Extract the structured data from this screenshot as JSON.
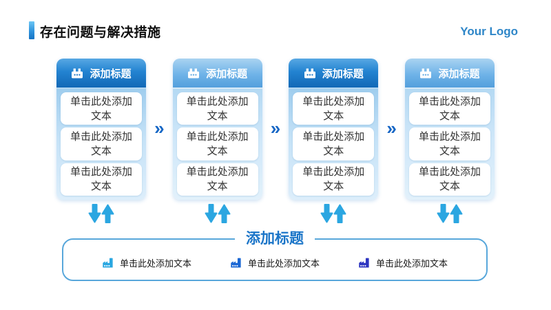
{
  "header": {
    "title": "存在问题与解决措施",
    "logo": "Your Logo"
  },
  "flow": {
    "chevron": "»",
    "columns": [
      {
        "title": "添加标题",
        "items": [
          "单击此处添加文本",
          "单击此处添加文本",
          "单击此处添加文本"
        ]
      },
      {
        "title": "添加标题",
        "items": [
          "单击此处添加文本",
          "单击此处添加文本",
          "单击此处添加文本"
        ]
      },
      {
        "title": "添加标题",
        "items": [
          "单击此处添加文本",
          "单击此处添加文本",
          "单击此处添加文本"
        ]
      },
      {
        "title": "添加标题",
        "items": [
          "单击此处添加文本",
          "单击此处添加文本",
          "单击此处添加文本"
        ]
      }
    ]
  },
  "summary": {
    "title": "添加标题",
    "items": [
      {
        "label": "单击此处添加文本",
        "icon": "factory-icon",
        "icon_color": "#2aa7e1"
      },
      {
        "label": "单击此处添加文本",
        "icon": "factory-icon",
        "icon_color": "#1a67d4"
      },
      {
        "label": "单击此处添加文本",
        "icon": "factory-icon",
        "icon_color": "#2d35c0"
      }
    ]
  },
  "colors": {
    "header_dark_blue": "#1168b6",
    "header_light_blue": "#6fb3e8",
    "accent_blue": "#1b75c8",
    "arrow_blue": "#2ba6e1",
    "logo_blue": "#2e86c8",
    "panel_border": "#58a7db"
  }
}
